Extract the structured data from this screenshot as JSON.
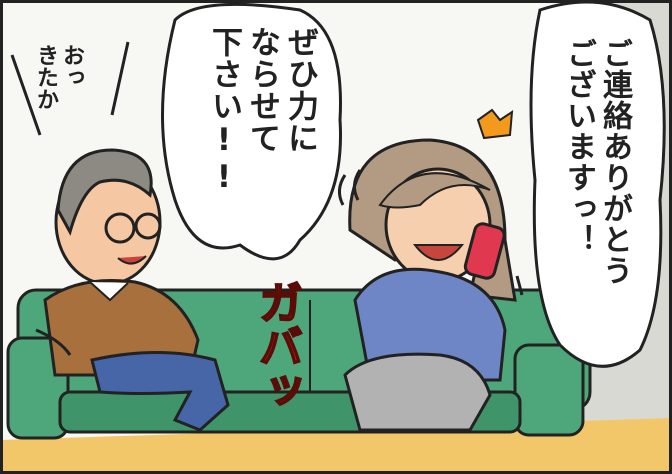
{
  "panel": {
    "speech_right": "ご連絡ありがとう\nございますっ！",
    "speech_center": "ぜひ力に\nならせて\n下さい!!",
    "speech_man": "おっ\nきたか",
    "sound_effect": "ガバッ",
    "colors": {
      "wall": "#f7f7f4",
      "sofa": "#4ea77a",
      "sofa_dark": "#2f7a55",
      "floor": "#f2c76a",
      "sfx": "#e0231b",
      "woman_top": "#6f86c6",
      "man_top": "#a7703c"
    }
  }
}
